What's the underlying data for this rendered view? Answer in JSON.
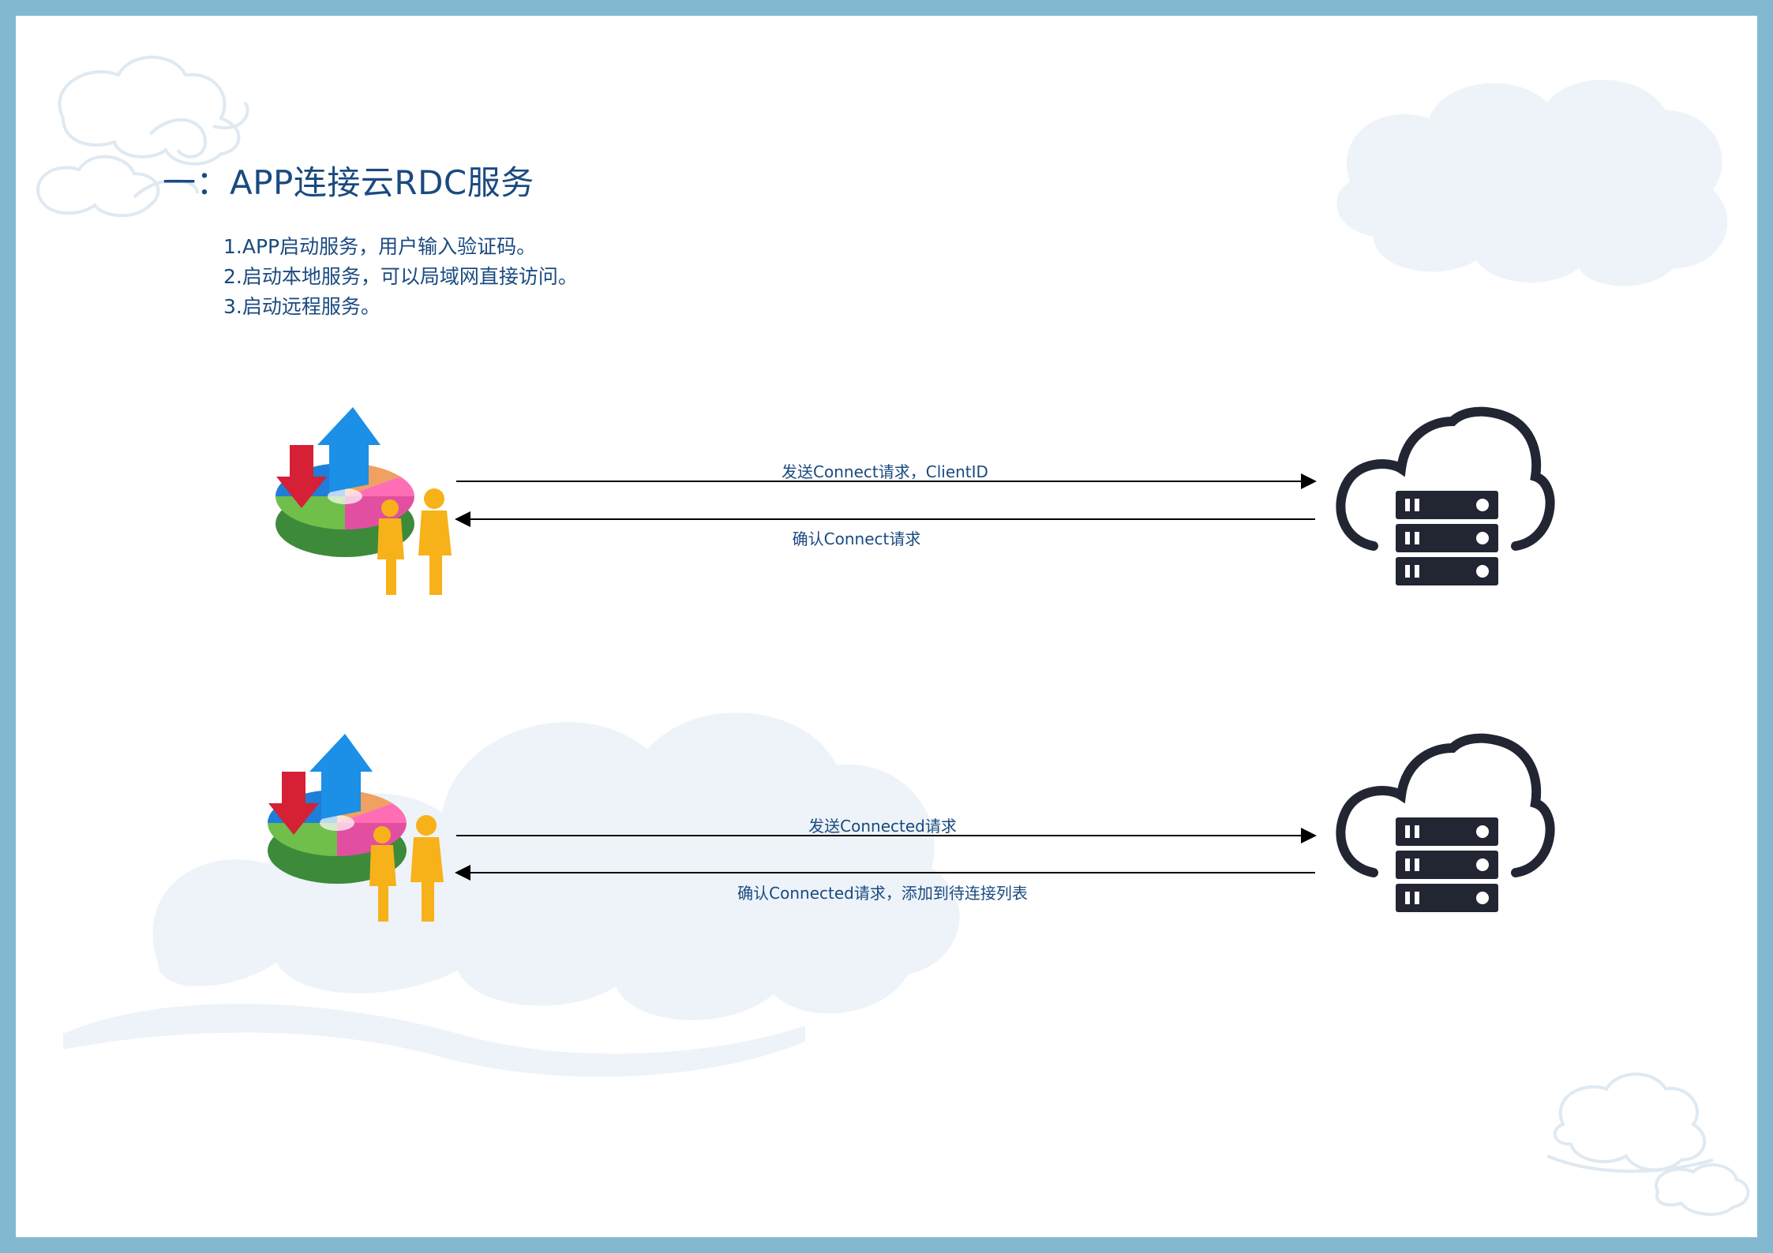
{
  "page": {
    "title": "一：APP连接云RDC服务",
    "steps": [
      "1.APP启动服务，用户输入验证码。",
      "2.启动本地服务，可以局域网直接访问。",
      "3.启动远程服务。"
    ]
  },
  "colors": {
    "border": "#83b9d0",
    "text": "#1a4a80",
    "cloud_decor": "#edf3f8",
    "server_icon": "#222633"
  },
  "diagram": {
    "participants": [
      {
        "name": "app",
        "icon": "app-users-chart-icon"
      },
      {
        "name": "cloud",
        "icon": "cloud-server-icon"
      }
    ],
    "exchange1": {
      "request": "发送Connect请求，ClientID",
      "response": "确认Connect请求"
    },
    "exchange2": {
      "request": "发送Connected请求",
      "response": "确认Connected请求，添加到待连接列表"
    }
  }
}
